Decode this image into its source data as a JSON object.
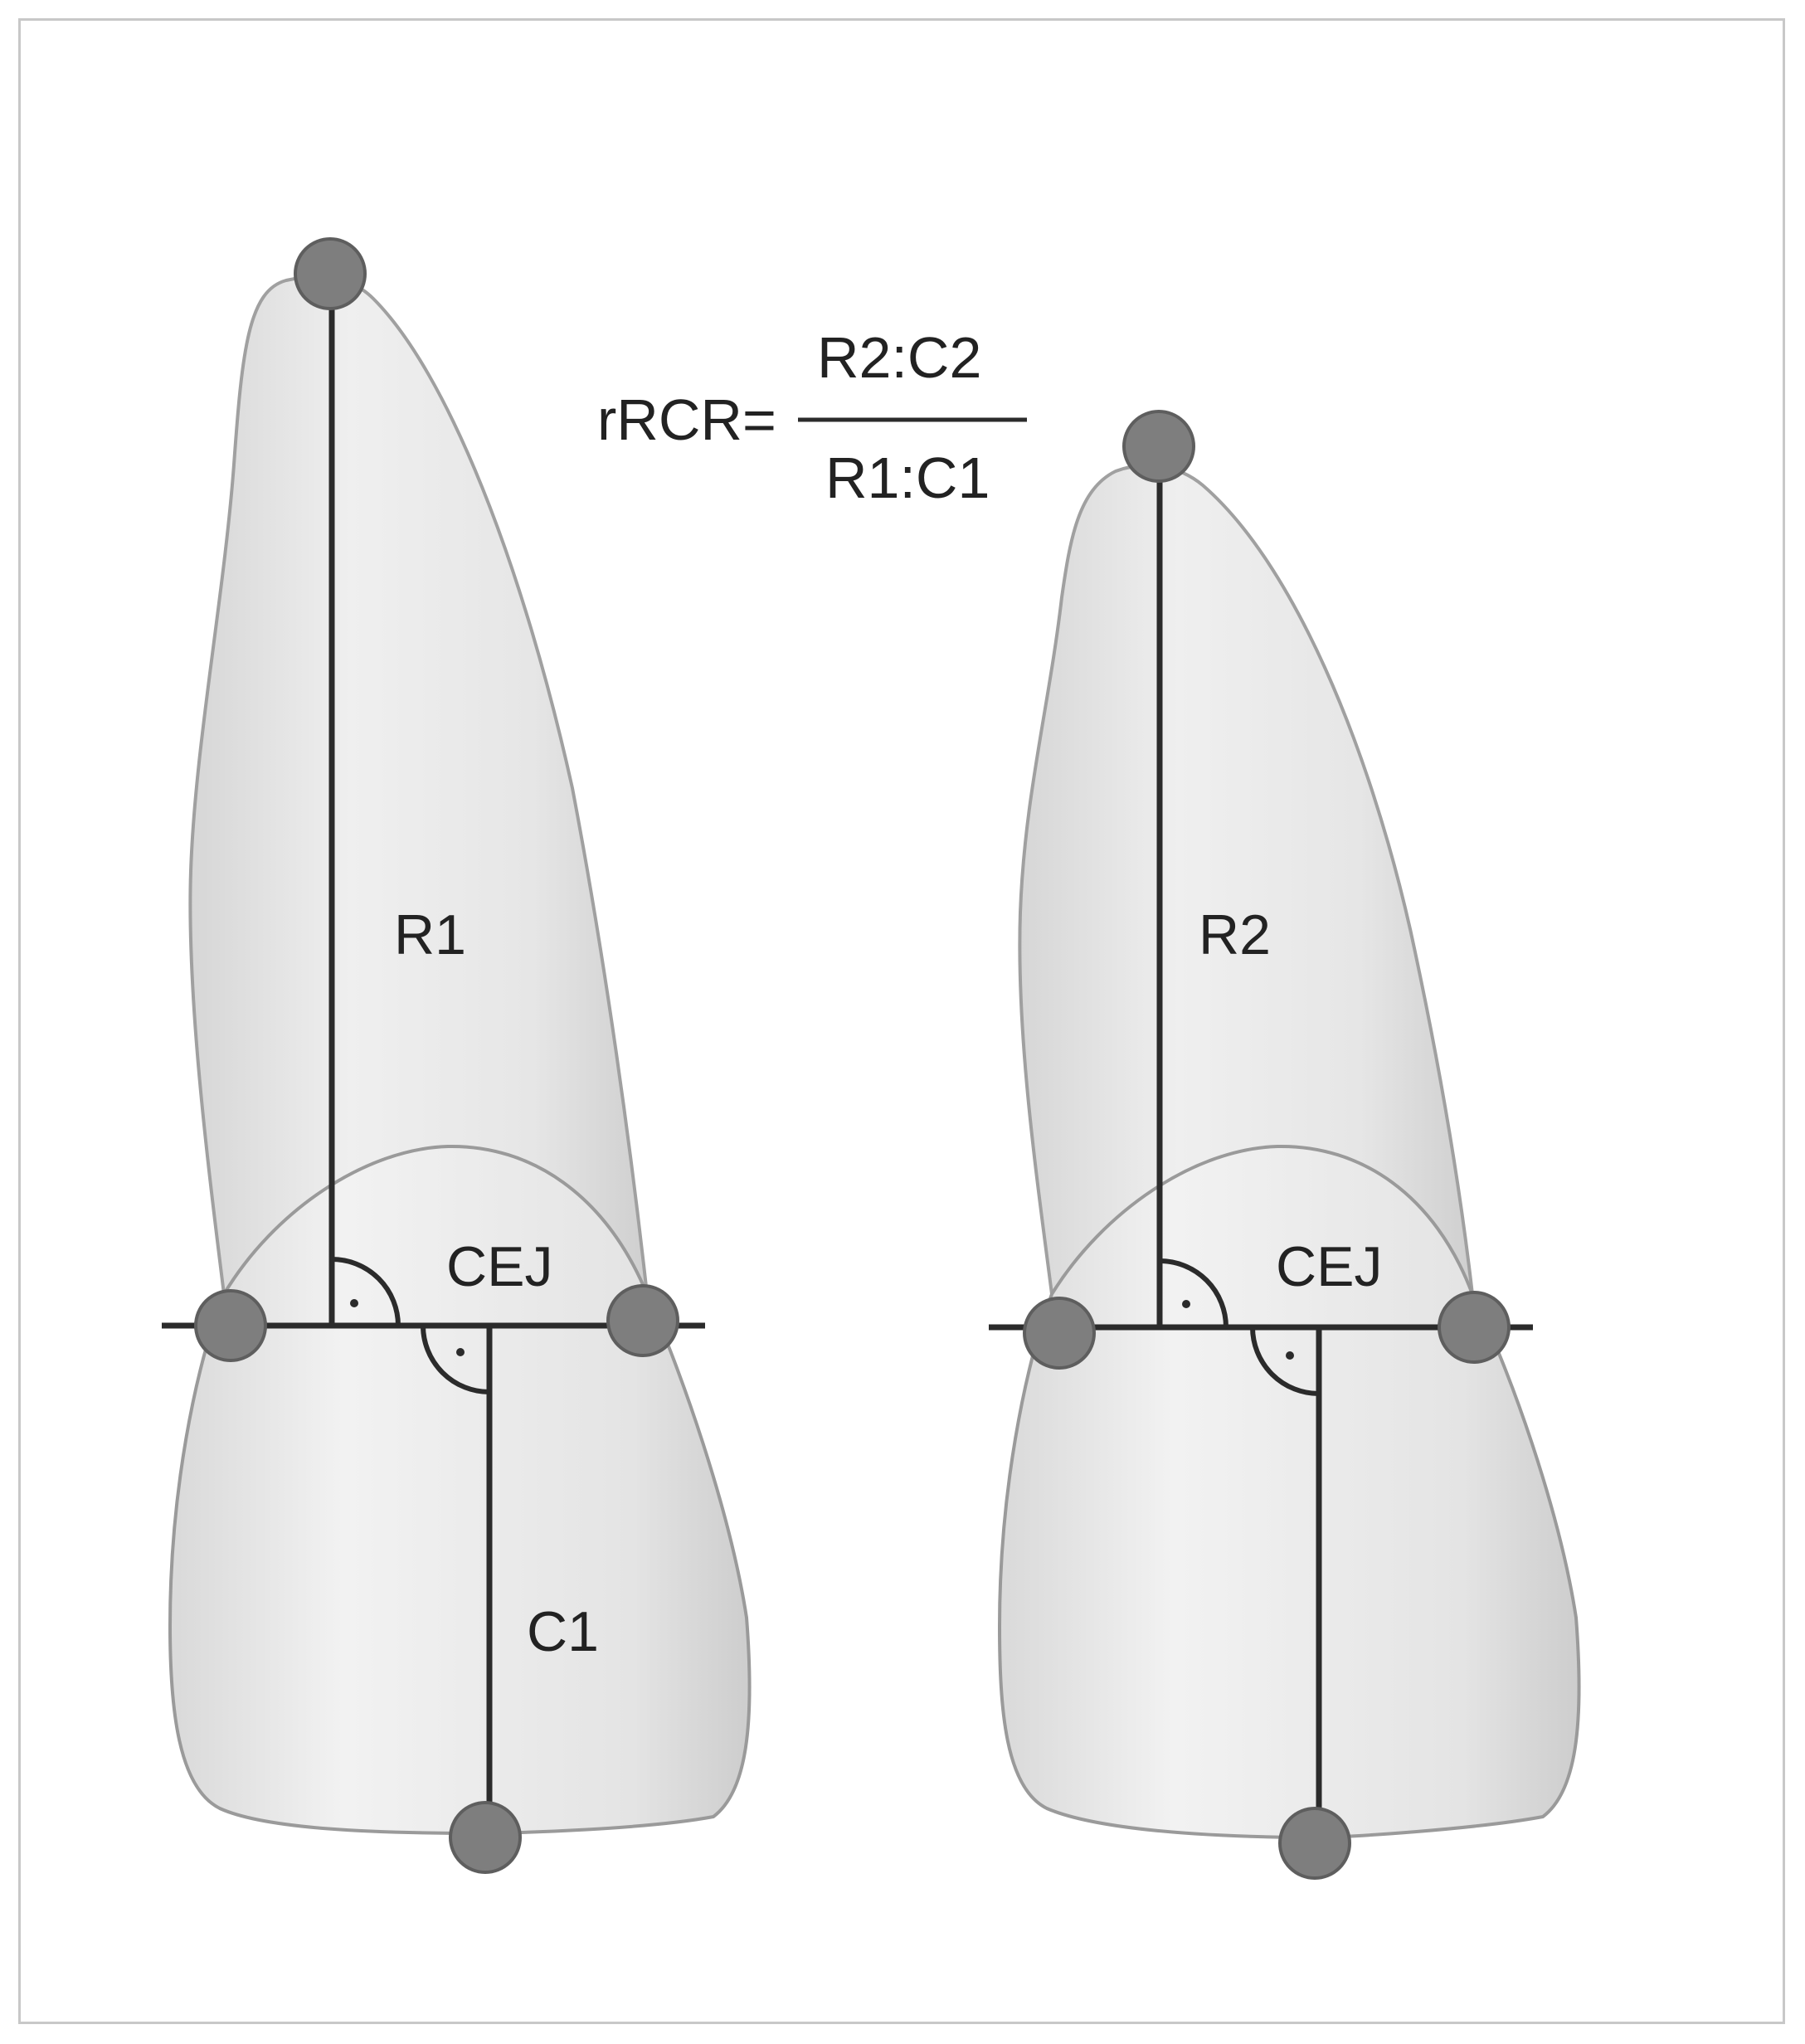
{
  "formula": {
    "lhs": "rRCR=",
    "numerator": "R2:C2",
    "denominator": "R1:C1"
  },
  "teeth": [
    {
      "root_label": "R1",
      "junction_label": "CEJ",
      "crown_label": "C1"
    },
    {
      "root_label": "R2",
      "junction_label": "CEJ",
      "crown_label": ""
    }
  ],
  "colors": {
    "tooth_fill": "#e4e4e4",
    "tooth_outline": "#9a9a9a",
    "line": "#2b2b2b",
    "marker": "#7e7e7e"
  }
}
